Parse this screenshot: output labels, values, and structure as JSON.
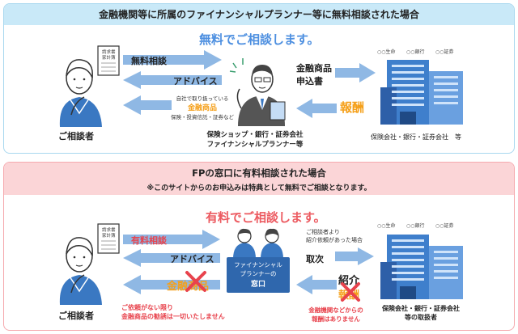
{
  "top": {
    "header": "金融機関等に所属のファイナンシャルプランナー等に無料相談された場合",
    "headline": "無料でご相談します。",
    "arrow_right_label": "無料相談",
    "arrow_left_label": "アドバイス",
    "note_line1": "自社で取り扱っている",
    "note_line2": "金融商品",
    "note_line3": "保険・投資信託・証券など",
    "client_label": "ご相談者",
    "doc_text": "請求書\n家計簿",
    "advisor_line1": "保険ショップ・銀行・証券会社",
    "advisor_line2": "ファイナンシャルプランナー等",
    "app_line1": "金融商品",
    "app_line2": "申込書",
    "fee_label": "報酬",
    "building_tags": [
      "○○生命",
      "○○銀行",
      "○○証券"
    ],
    "company_label": "保険会社・銀行・証券会社　等"
  },
  "bottom": {
    "header": "FPの窓口に有料相談された場合",
    "subheader": "※このサイトからのお申込みは特典として無料でご相談となります。",
    "headline": "有料でご相談します。",
    "arrow_right_label": "有料相談",
    "arrow_left_label": "アドバイス",
    "product_crossed": "金融商品",
    "no_solicit_line1": "ご依頼がない限り",
    "no_solicit_line2": "金融商品の勧誘は一切いたしません",
    "client_label": "ご相談者",
    "doc_text": "請求書\n家計簿",
    "window_line1": "ファイナンシャル",
    "window_line2": "プランナーの",
    "window_line3": "窓口",
    "referral_note_line1": "ご相談者より",
    "referral_note_line2": "紹介依頼があった場合",
    "intermediary_label": "取次",
    "referral_label": "紹介",
    "fee_crossed": "報酬",
    "no_fee_line1": "金融機関などからの",
    "no_fee_line2": "報酬はありません",
    "building_tags": [
      "○○生命",
      "○○銀行",
      "○○証券"
    ],
    "company_line1": "保険会社・銀行・証券会社",
    "company_line2": "等の取扱者"
  },
  "colors": {
    "arrow_blue": "#8fb8e4",
    "figure_blue": "#3a78c2",
    "orange": "#f5a01a",
    "red": "#e8434d",
    "headline_blue": "#4d8fe0",
    "headline_red": "#ec5a60"
  }
}
